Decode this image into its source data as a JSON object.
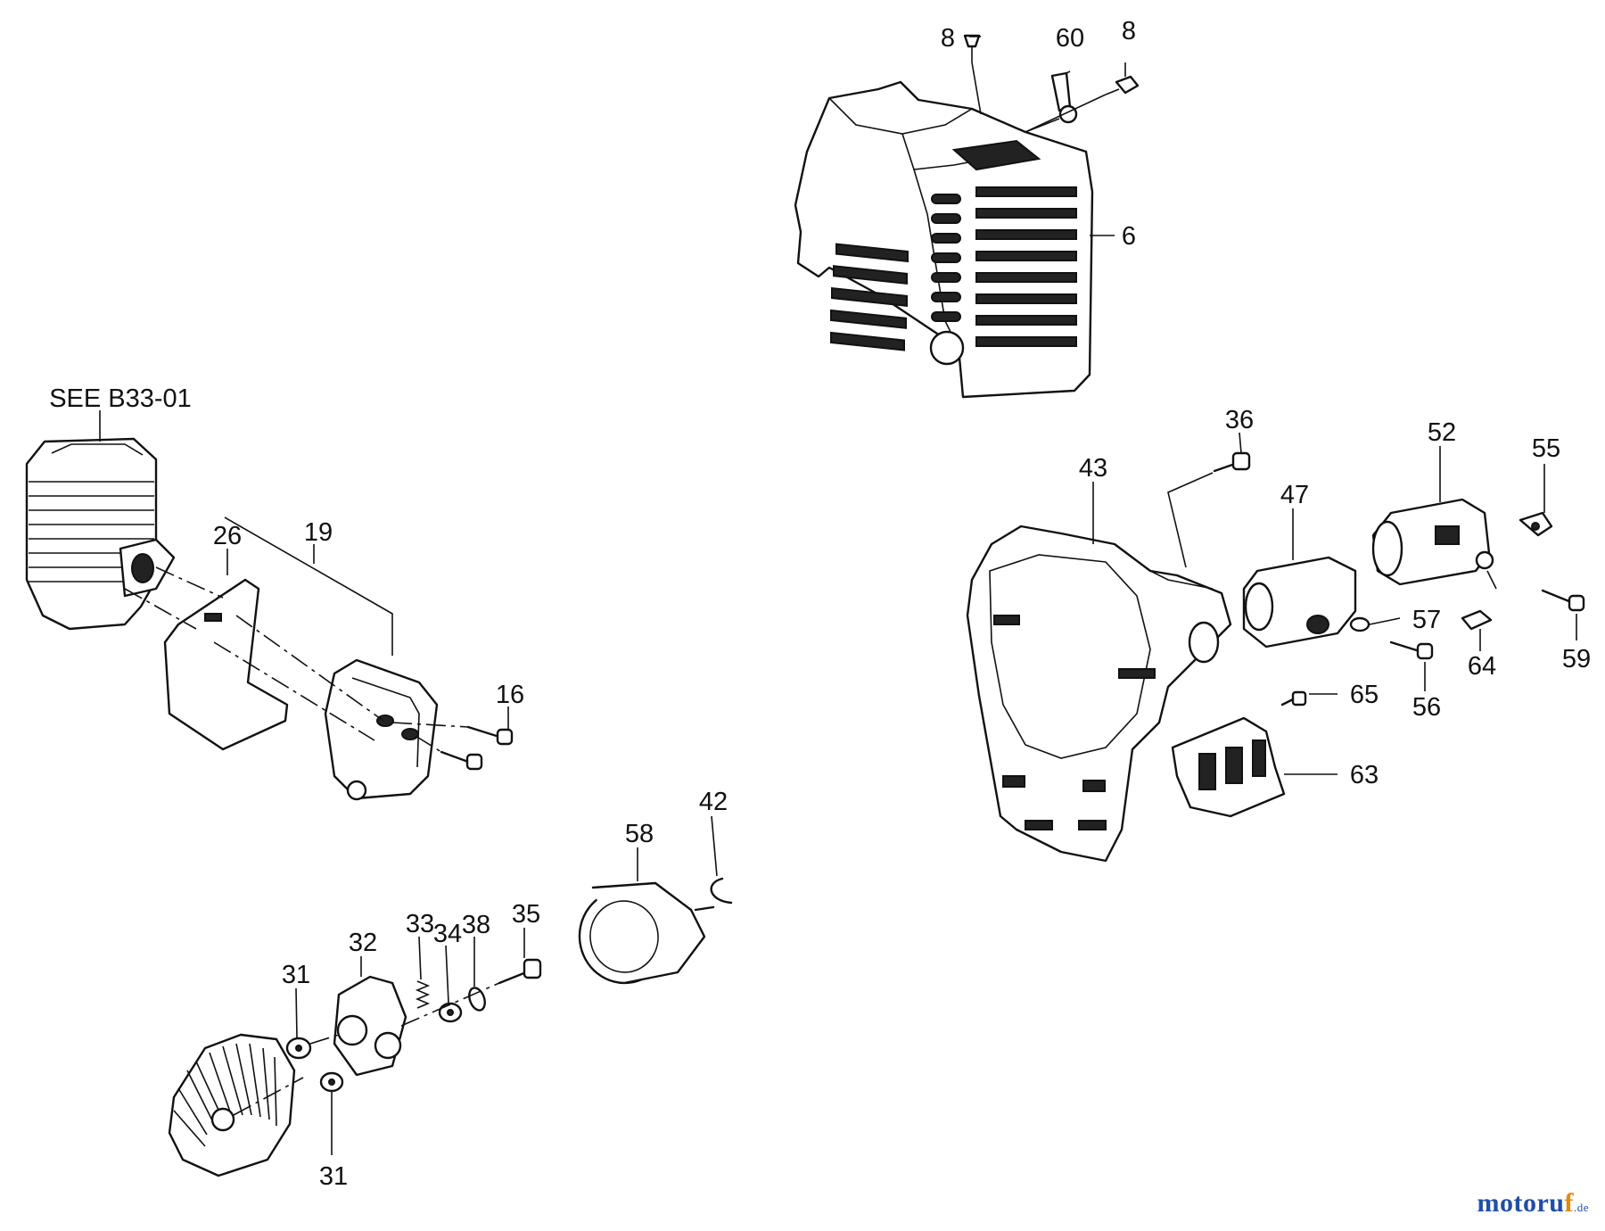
{
  "diagram": {
    "callouts": {
      "p8a": "8",
      "p60": "60",
      "p8b": "8",
      "p6": "6",
      "see_ref": "SEE B33-01",
      "p26": "26",
      "p19": "19",
      "p16": "16",
      "p36": "36",
      "p43": "43",
      "p47": "47",
      "p52": "52",
      "p55": "55",
      "p57": "57",
      "p59": "59",
      "p56": "56",
      "p64": "64",
      "p65": "65",
      "p63": "63",
      "p58": "58",
      "p42": "42",
      "p35": "35",
      "p33": "33",
      "p34": "34",
      "p38": "38",
      "p32": "32",
      "p31a": "31",
      "p31b": "31"
    },
    "colors": {
      "line": "#111111",
      "watermark_blue": "#1e4ea8",
      "watermark_orange": "#e08a10"
    }
  },
  "watermark": {
    "brand": "motoru",
    "brand_f": "f",
    "tld": ".de"
  }
}
